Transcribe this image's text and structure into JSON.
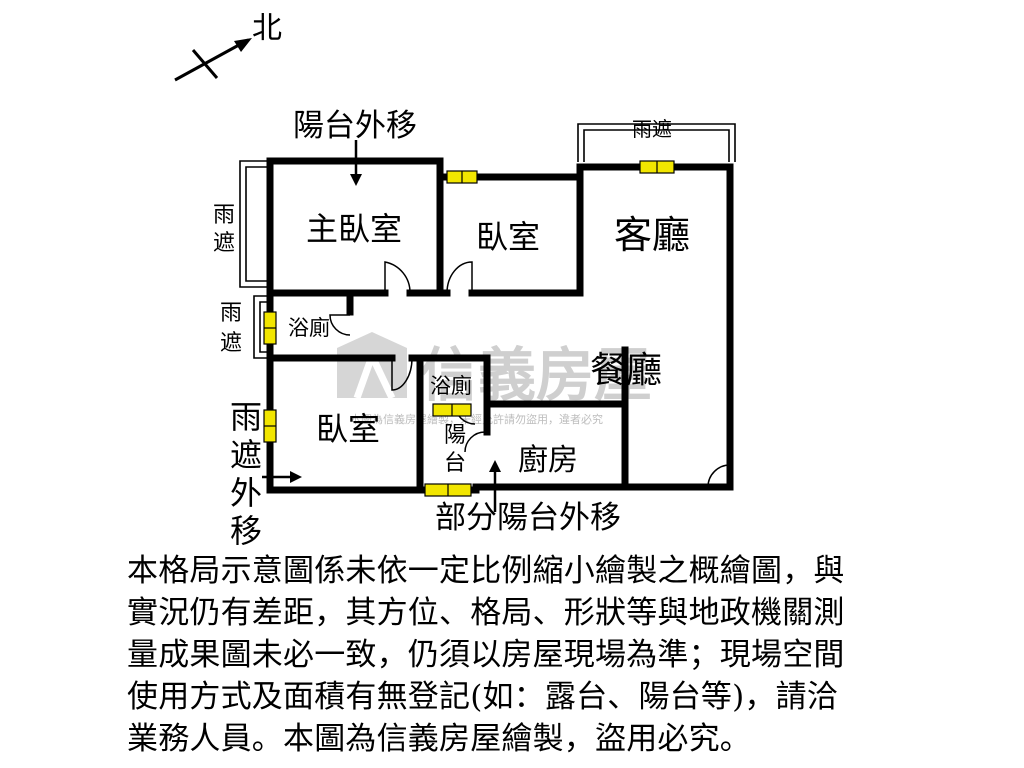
{
  "compass": {
    "label": "北"
  },
  "labels": {
    "balcony_move_out": "陽台外移",
    "canopy_top": "雨遮",
    "canopy_left_1_a": "雨",
    "canopy_left_1_b": "遮",
    "canopy_left_2_a": "雨",
    "canopy_left_2_b": "遮",
    "canopy_move_1": "雨",
    "canopy_move_2": "遮",
    "canopy_move_3": "外",
    "canopy_move_4": "移",
    "partial_balcony_move_out": "部分陽台外移"
  },
  "rooms": {
    "master_bedroom": "主臥室",
    "bedroom_1": "臥室",
    "living_room": "客廳",
    "bathroom_1": "浴廁",
    "bathroom_2": "浴廁",
    "dining_room": "餐廳",
    "bedroom_2": "臥室",
    "balcony_a": "陽",
    "balcony_b": "台",
    "kitchen": "廚房"
  },
  "watermark": {
    "brand": "信義房屋",
    "notice": "本圖為信義房屋繪製，未經允許請勿盜用，違者必究"
  },
  "disclaimer": [
    "本格局示意圖係未依一定比例縮小繪製之概繪圖，與",
    "實況仍有差距，其方位、格局、形狀等與地政機關測",
    "量成果圖未必一致，仍須以房屋現場為準；現場空間",
    "使用方式及面積有無登記(如：露台、陽台等)，請洽",
    "業務人員。本圖為信義房屋繪製，盜用必究。"
  ],
  "colors": {
    "wall": "#000000",
    "window": "#f2e600",
    "watermark": "#cfcfcf"
  }
}
